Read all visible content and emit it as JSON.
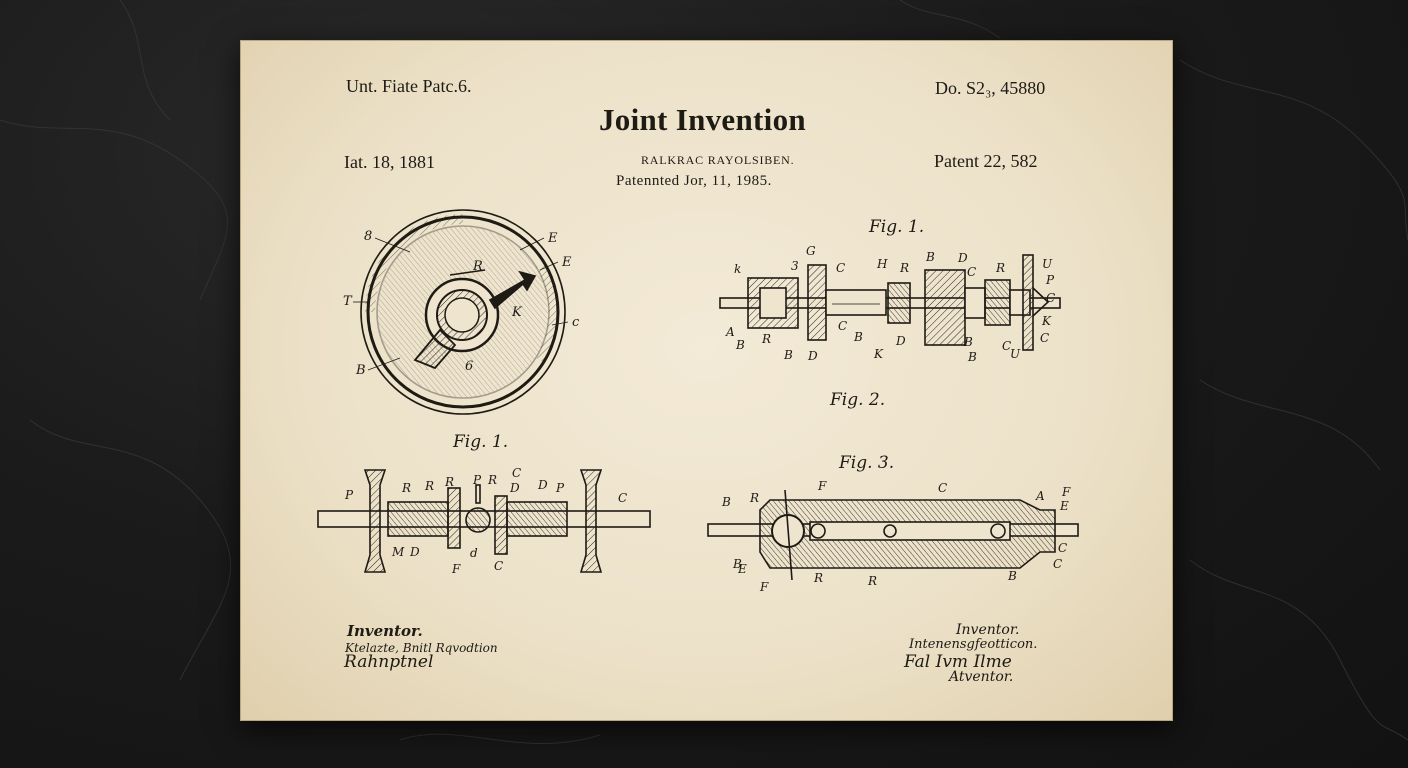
{
  "header": {
    "top_left": "Unt. Fiate Patc.6.",
    "top_right": "Do. S2₃, 45880",
    "title": "Joint Invention",
    "left_date": "Iat. 18, 1881",
    "subtitle_small": "RALKRAC RAYOLSIBEN.",
    "patented": "Patennted Jor, 11,  1985.",
    "right_patent": "Patent 22, 582"
  },
  "figures": {
    "fig1_top_right": "Fig. 1.",
    "fig2": "Fig. 2.",
    "fig1_left": "Fig. 1.",
    "fig3": "Fig. 3."
  },
  "inventor_left": {
    "heading": "Inventor.",
    "name": "Ktelazte, Bnitl Rqvodtion",
    "signature": "Rahnptnel"
  },
  "inventor_right": {
    "heading": "Inventor.",
    "name": "Intenensgfeotticon.",
    "signature": "Fal Ivm Ilme",
    "footer": "Atventor."
  },
  "colors": {
    "paper": "#efe5cf",
    "ink": "#1e1a14",
    "backdrop": "#1a1a1a"
  }
}
